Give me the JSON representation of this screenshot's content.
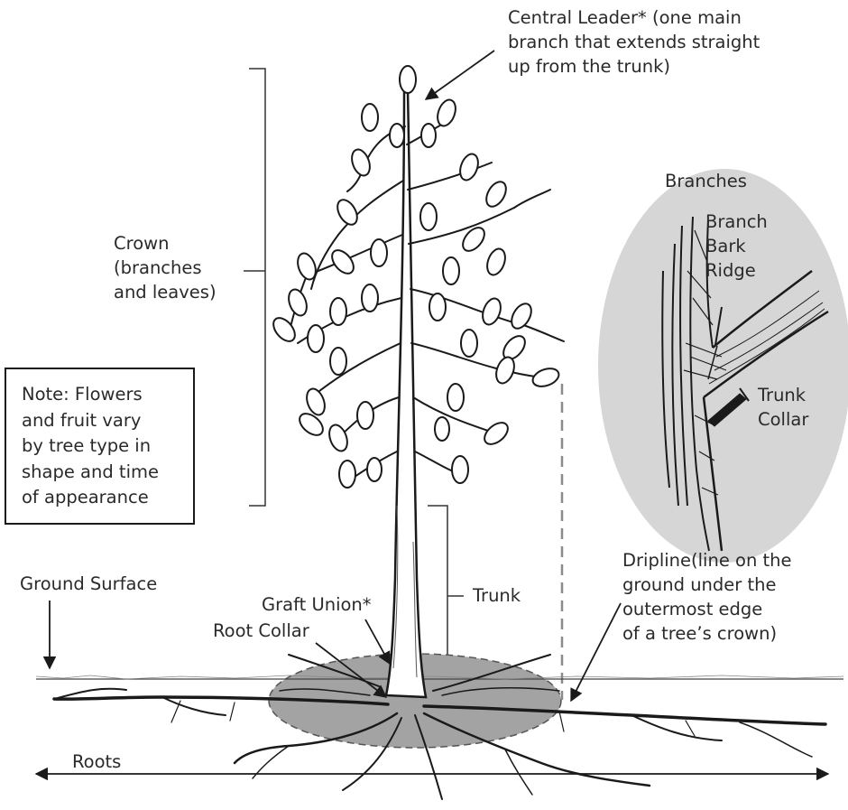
{
  "labels": {
    "central_leader": [
      "Central Leader* (one main",
      "branch that extends straight",
      "up from the trunk)"
    ],
    "crown": [
      "Crown",
      "(branches",
      "and leaves)"
    ],
    "note": [
      "Note: Flowers",
      "and fruit vary",
      "by tree type in",
      "shape and time",
      "of appearance"
    ],
    "branches": "Branches",
    "branch_bark_ridge": [
      "Branch",
      "Bark",
      "Ridge"
    ],
    "trunk_collar": [
      "Trunk",
      "Collar"
    ],
    "ground_surface": "Ground Surface",
    "graft_union": "Graft Union*",
    "root_collar": "Root Collar",
    "trunk": "Trunk",
    "dripline": [
      "Dripline(line on the",
      "ground under the",
      "outermost edge",
      "of a tree’s crown)"
    ],
    "roots": "Roots"
  },
  "colors": {
    "ink": "#1a1a1a",
    "inset_fill": "#d6d6d6",
    "dripline_zone_fill": "#a3a3a3",
    "dashed_line": "#8a8a8a"
  }
}
